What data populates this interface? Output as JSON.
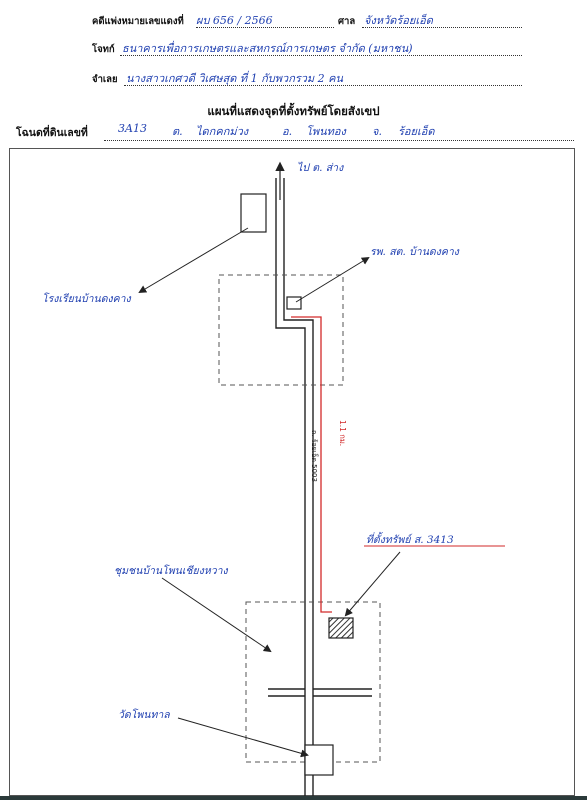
{
  "header": {
    "case_label": "คดีแพ่งหมายเลขแดงที่",
    "case_value": "ผบ 656 / 2566",
    "court_label": "ศาล",
    "court_value": "จังหวัดร้อยเอ็ด",
    "plaintiff_label": "โจทก์",
    "plaintiff_value": "ธนาคารเพื่อการเกษตรและสหกรณ์การเกษตร จำกัด (มหาชน)",
    "defendant_label": "จำเลย",
    "defendant_value": "นางสาวเกศวดี วิเศษสุด ที่ 1 กับพวกรวม 2 คน"
  },
  "title": "แผนที่แสดงจุดที่ตั้งทรัพย์โดยสังเขป",
  "deed": {
    "label": "โฉนดที่ดินเลขที่",
    "number": "3A13",
    "subdistrict_prefix": "ต.",
    "subdistrict": "ไดกคกม่วง",
    "district_prefix": "อ.",
    "district": "โพนทอง",
    "province_prefix": "จ.",
    "province": "ร้อยเอ็ด"
  },
  "map": {
    "road_north": "ไป ต. ส่าง",
    "school": "โรงเรียนบ้านดงคาง",
    "health_center": "รพ. สต. บ้านดงคาง",
    "property": "ที่ตั้งทรัพย์ ส. 3413",
    "village": "ชุมชนบ้านโพนเชียงหวาง",
    "temple": "วัดโพนทาล",
    "road_code": "ถ. ร้อยเอ็ด 5003",
    "road_distance": "1.1 กม."
  },
  "colors": {
    "ink": "#1f3fb0",
    "route": "#d22a2a",
    "line": "#222222",
    "dashed": "#555555"
  }
}
